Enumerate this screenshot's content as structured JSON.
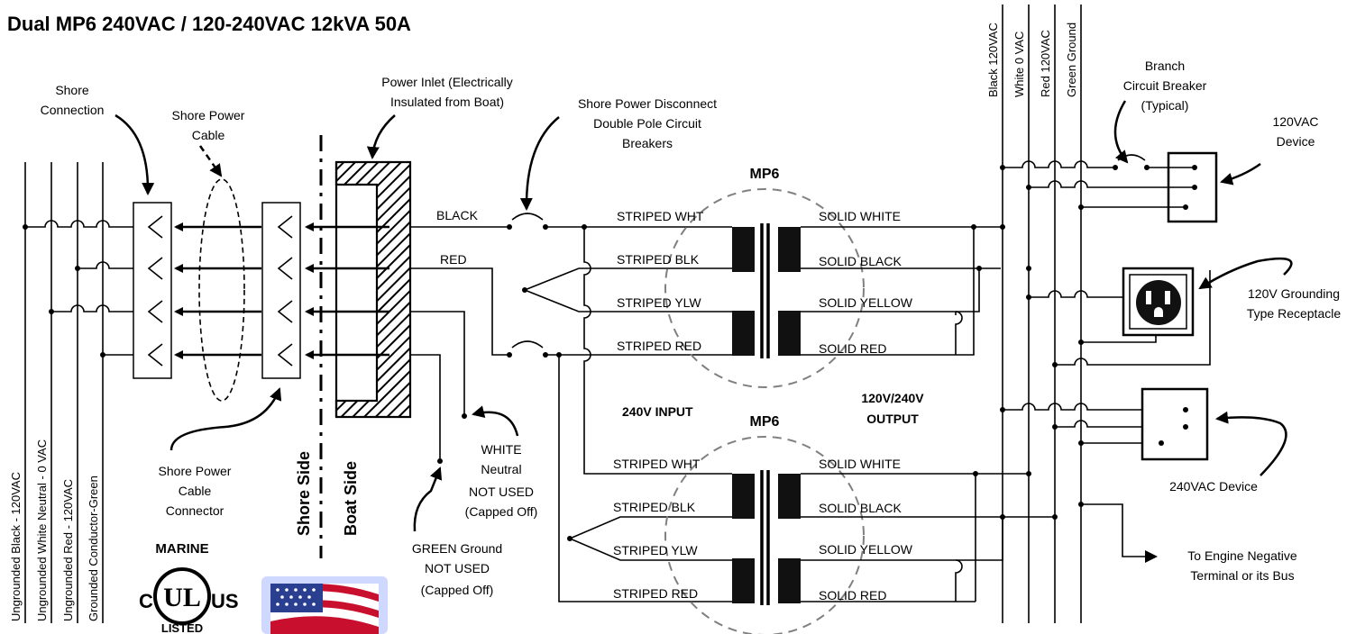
{
  "title": "Dual MP6 240VAC / 120-240VAC 12kVA 50A",
  "shore_bus_labels": [
    "Ungrounded Black - 120VAC",
    "Ungrounded White Neutral - 0 VAC",
    "Ungrounded Red - 120VAC",
    "Grounded Conductor-Green"
  ],
  "boat_bus_labels": [
    "Black 120VAC",
    "White 0 VAC",
    "Red 120VAC",
    "Green Ground"
  ],
  "callouts": {
    "shore_connection": [
      "Shore",
      "Connection"
    ],
    "shore_power_cable": [
      "Shore Power",
      "Cable"
    ],
    "power_inlet": [
      "Power Inlet (Electrically",
      "Insulated from Boat)"
    ],
    "shore_disconnect": [
      "Shore Power Disconnect",
      "Double Pole Circuit",
      "Breakers"
    ],
    "branch_breaker": [
      "Branch",
      "Circuit Breaker",
      "(Typical)"
    ],
    "device_120": [
      "120VAC",
      "Device"
    ],
    "receptacle": [
      "120V Grounding",
      "Type Receptacle"
    ],
    "device_240": "240VAC Device",
    "engine_negative": [
      "To Engine Negative",
      "Terminal or its Bus"
    ],
    "cable_connector": [
      "Shore Power",
      "Cable",
      "Connector"
    ],
    "white_neutral": [
      "WHITE",
      "Neutral",
      "NOT USED",
      "(Capped Off)"
    ],
    "green_ground": [
      "GREEN Ground",
      "NOT USED",
      "(Capped Off)"
    ]
  },
  "side_labels": {
    "shore": "Shore Side",
    "boat": "Boat Side"
  },
  "wire_labels": {
    "black": "BLACK",
    "red": "RED"
  },
  "transformer_1": {
    "name": "MP6",
    "primary": [
      "STRIPED WHT",
      "STRIPED BLK",
      "STRIPED YLW",
      "STRIPED RED"
    ],
    "secondary": [
      "SOLID WHITE",
      "SOLID BLACK",
      "SOLID YELLOW",
      "SOLID RED"
    ]
  },
  "transformer_2": {
    "name": "MP6",
    "primary": [
      "STRIPED WHT",
      "STRIPED BLK",
      "STRIPED YLW",
      "STRIPED RED"
    ],
    "secondary": [
      "SOLID WHITE",
      "SOLID BLACK",
      "SOLID YELLOW",
      "SOLID RED"
    ]
  },
  "input_label": "240V INPUT",
  "output_label": [
    "120V/240V",
    "OUTPUT"
  ]
}
